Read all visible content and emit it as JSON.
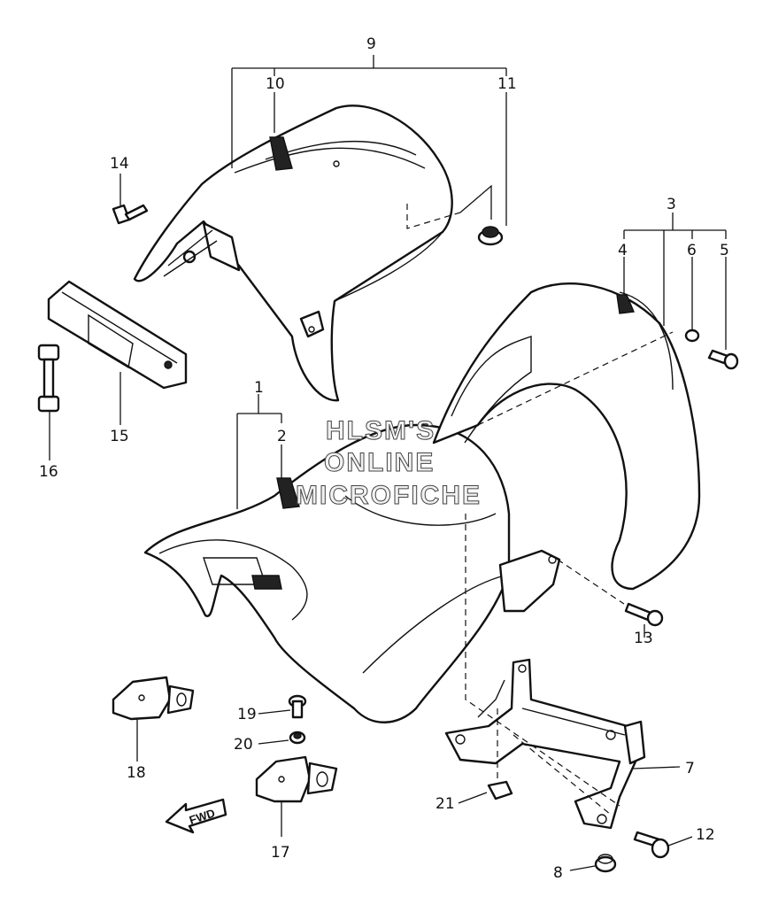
{
  "callouts": {
    "c1": "1",
    "c2": "2",
    "c3": "3",
    "c4": "4",
    "c5": "5",
    "c6": "6",
    "c7": "7",
    "c8": "8",
    "c9": "9",
    "c10": "10",
    "c11": "11",
    "c12": "12",
    "c13": "13",
    "c14": "14",
    "c15": "15",
    "c16": "16",
    "c17": "17",
    "c18": "18",
    "c19": "19",
    "c20": "20",
    "c21": "21"
  },
  "watermark": {
    "line1": "HLSM'S",
    "line2": "ONLINE",
    "line3": "MICROFICHE"
  },
  "direction_arrow": {
    "label": "FWD"
  }
}
